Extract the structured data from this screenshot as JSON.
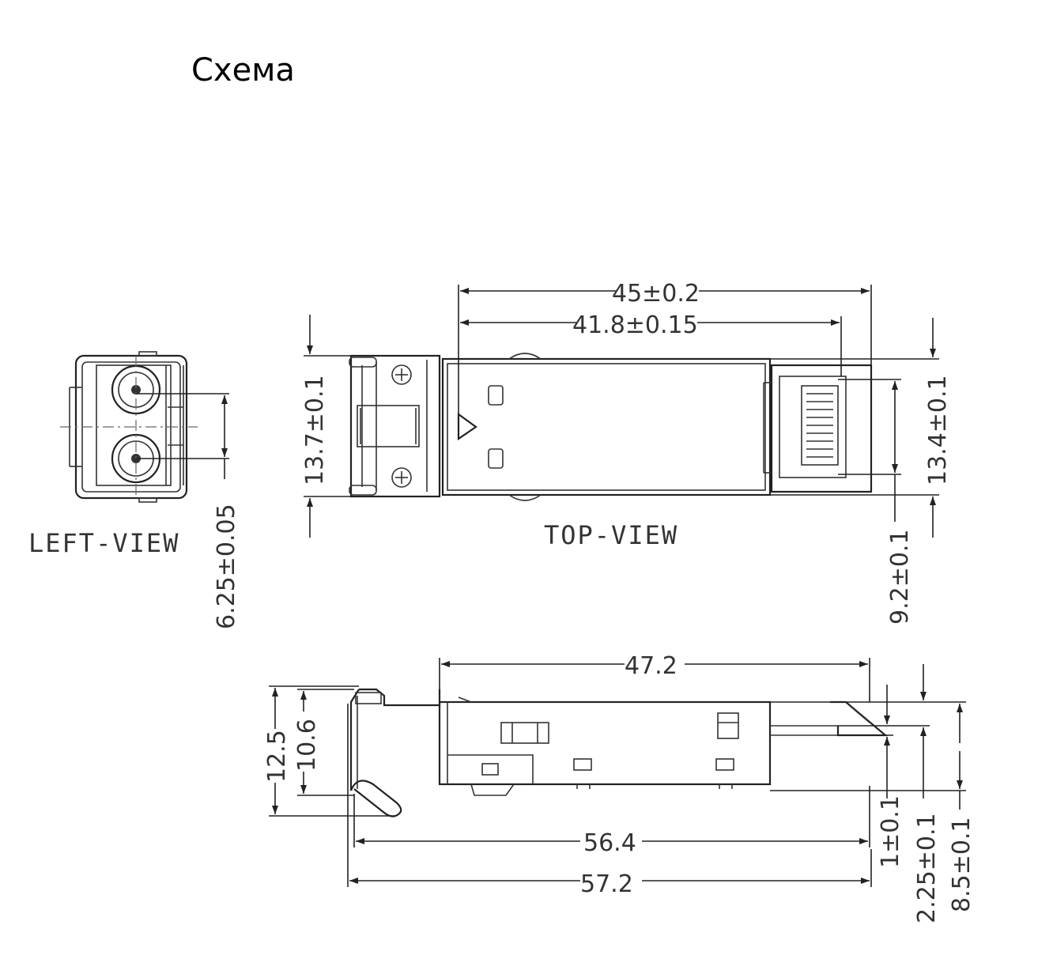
{
  "title": "Схема",
  "views": {
    "left": "LEFT-VIEW",
    "top": "TOP-VIEW"
  },
  "dimensions": {
    "d45": "45±0.2",
    "d418": "41.8±0.15",
    "d137": "13.7±0.1",
    "d134": "13.4±0.1",
    "d92": "9.2±0.1",
    "d625": "6.25±0.05",
    "d472": "47.2",
    "d564": "56.4",
    "d572": "57.2",
    "d125": "12.5",
    "d106": "10.6",
    "d1": "1±0.1",
    "d225": "2.25±0.1",
    "d85": "8.5±0.1"
  }
}
